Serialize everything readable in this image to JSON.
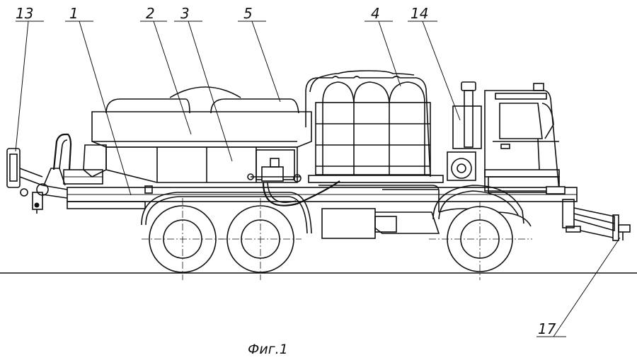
{
  "figure": {
    "caption": "Фиг.1",
    "callouts": [
      {
        "id": "13",
        "label": "13"
      },
      {
        "id": "1",
        "label": "1"
      },
      {
        "id": "2",
        "label": "2"
      },
      {
        "id": "3",
        "label": "3"
      },
      {
        "id": "5",
        "label": "5"
      },
      {
        "id": "4",
        "label": "4"
      },
      {
        "id": "14",
        "label": "14"
      },
      {
        "id": "17",
        "label": "17"
      }
    ]
  }
}
